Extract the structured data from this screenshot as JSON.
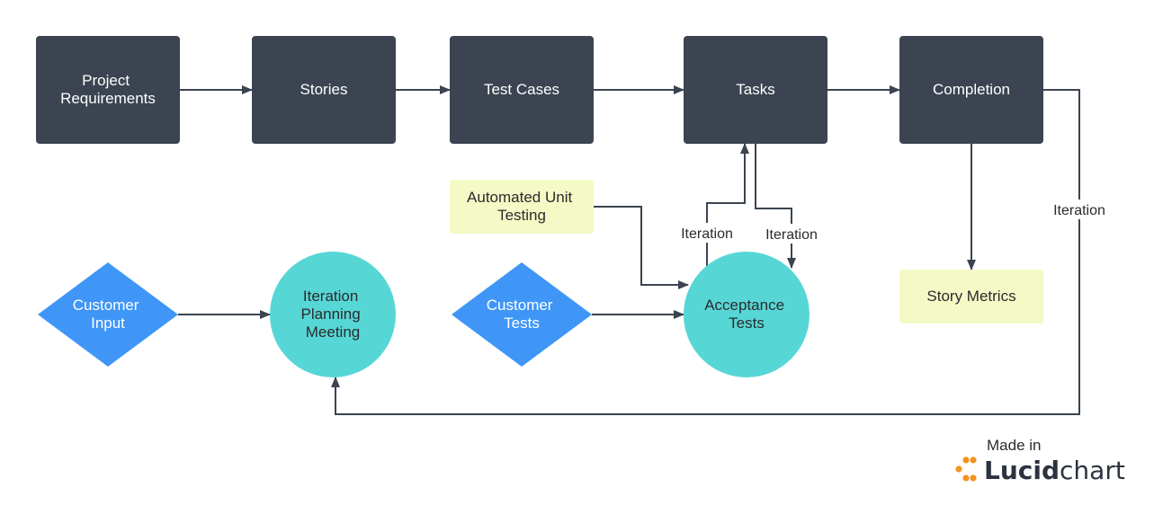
{
  "colors": {
    "process_box": "#3b4450",
    "note_box": "#f4f9c6",
    "decision_diamond": "#3f96f7",
    "circle_node": "#57d6d6",
    "edge": "#3b4450",
    "logo_orange": "#f29422"
  },
  "nodes": {
    "project_requirements": [
      "Project",
      "Requirements"
    ],
    "stories": [
      "Stories"
    ],
    "test_cases": [
      "Test Cases"
    ],
    "tasks": [
      "Tasks"
    ],
    "completion": [
      "Completion"
    ],
    "automated_unit_testing": [
      "Automated Unit",
      "Testing"
    ],
    "story_metrics": [
      "Story Metrics"
    ],
    "customer_input": [
      "Customer",
      "Input"
    ],
    "iteration_planning_meeting": [
      "Iteration",
      "Planning",
      "Meeting"
    ],
    "customer_tests": [
      "Customer",
      "Tests"
    ],
    "acceptance_tests": [
      "Acceptance",
      "Tests"
    ]
  },
  "edge_labels": {
    "acceptance_to_tasks": "Iteration",
    "tasks_to_acceptance": "Iteration",
    "completion_loop": "Iteration"
  },
  "branding": {
    "made_in": "Made in",
    "brand_bold": "Lucid",
    "brand_light": "chart",
    "logo_icon": "lucidchart-logo-icon"
  }
}
